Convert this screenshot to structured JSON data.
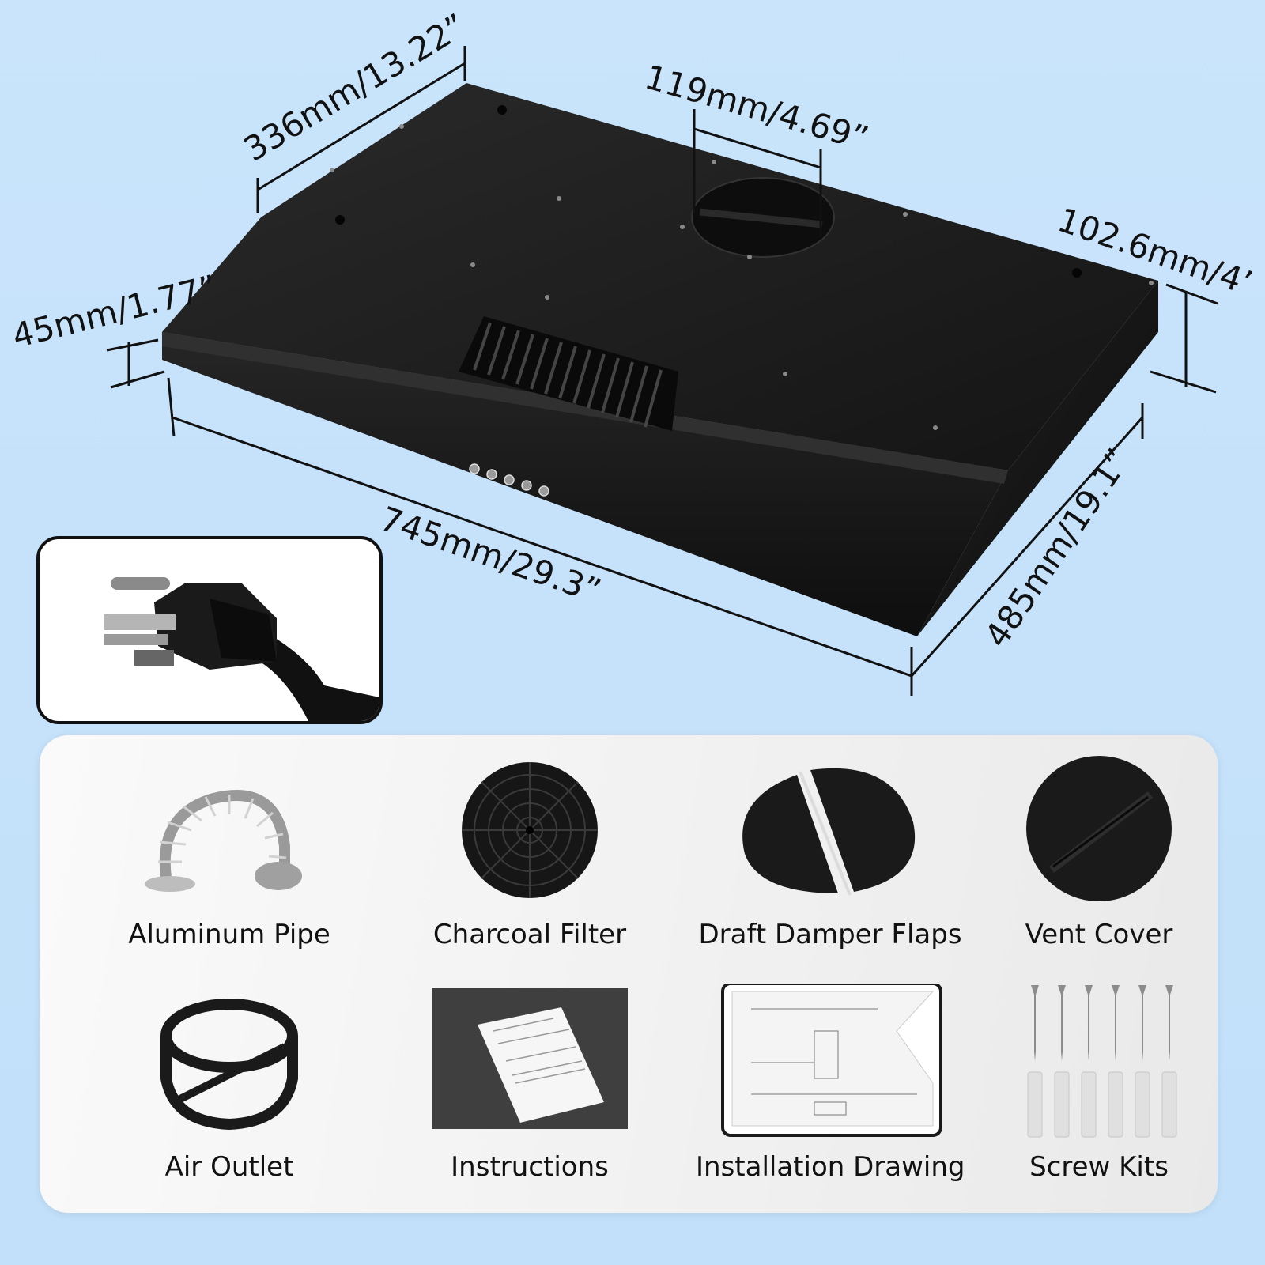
{
  "dimensions": {
    "depth_top": "336mm/13.22”",
    "vent_diameter": "119mm/4.69”",
    "back_height": "102.6mm/4’",
    "front_height": "45mm/1.77”",
    "width": "745mm/29.3”",
    "depth_side": "485mm/19.1”"
  },
  "accessories": [
    {
      "label": "Aluminum Pipe",
      "icon": "aluminum-pipe-icon"
    },
    {
      "label": "Charcoal Filter",
      "icon": "charcoal-filter-icon"
    },
    {
      "label": "Draft Damper Flaps",
      "icon": "damper-flaps-icon"
    },
    {
      "label": "Vent Cover",
      "icon": "vent-cover-icon"
    },
    {
      "label": "Air Outlet",
      "icon": "air-outlet-icon"
    },
    {
      "label": "Instructions",
      "icon": "instructions-icon"
    },
    {
      "label": "Installation Drawing",
      "icon": "installation-drawing-icon"
    },
    {
      "label": "Screw Kits",
      "icon": "screw-kits-icon"
    }
  ],
  "colors": {
    "background": "#c9e4fb",
    "hood": "#1b1b1b",
    "line": "#111111"
  }
}
